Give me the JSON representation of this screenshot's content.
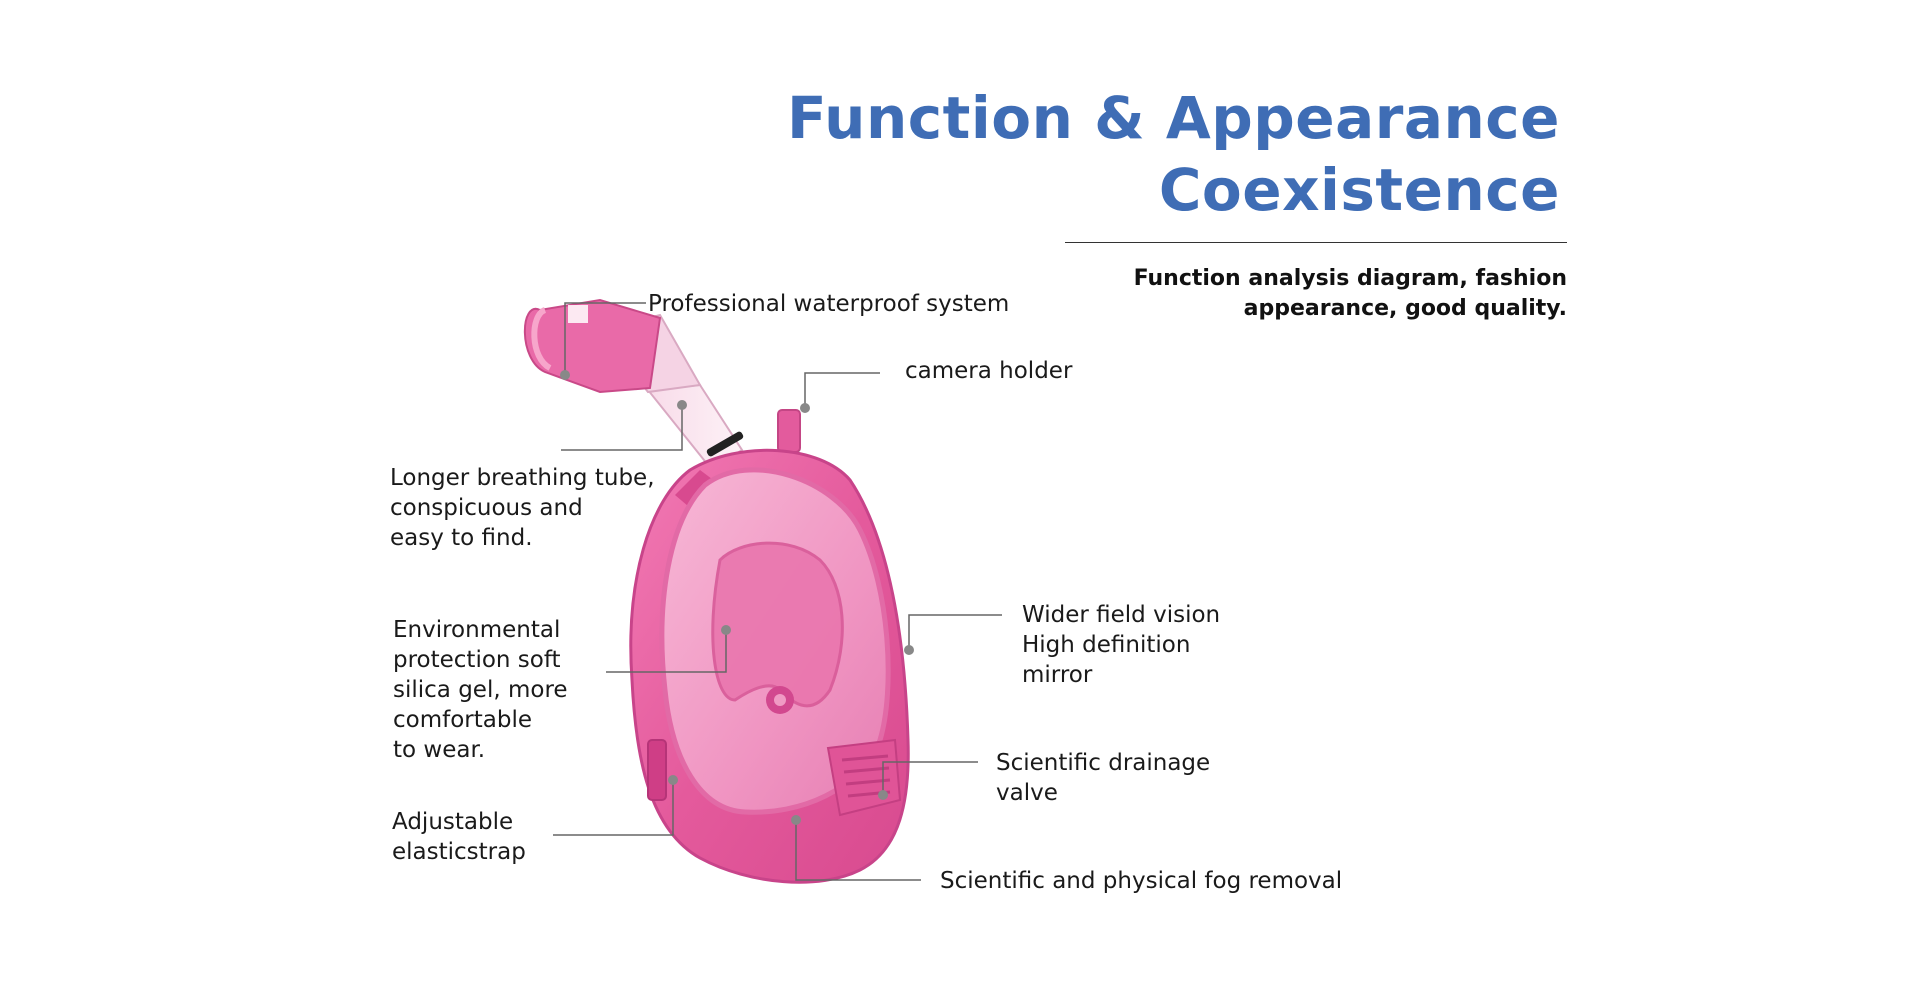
{
  "title": {
    "line1": "Function & Appearance",
    "line2": "Coexistence"
  },
  "subtitle": {
    "line1": "Function analysis diagram, fashion",
    "line2": "appearance, good quality."
  },
  "callouts": {
    "waterproof": "Professional waterproof system",
    "camera": "camera holder",
    "tube": [
      "Longer breathing tube,",
      "conspicuous and",
      "easy to find."
    ],
    "silica": [
      "Environmental",
      "protection soft",
      "silica gel, more",
      "comfortable",
      "to wear."
    ],
    "vision": [
      "Wider field vision",
      "High definition",
      "mirror"
    ],
    "drainage": [
      "Scientific drainage",
      "valve"
    ],
    "strap": [
      "Adjustable",
      "elasticstrap"
    ],
    "fog": "Scientific and physical fog removal"
  },
  "colors": {
    "title": "#3f6db5",
    "mask_pink": "#e85fa0",
    "leader": "#666666"
  },
  "icons": {
    "product": "full-face-snorkel-mask-icon"
  }
}
